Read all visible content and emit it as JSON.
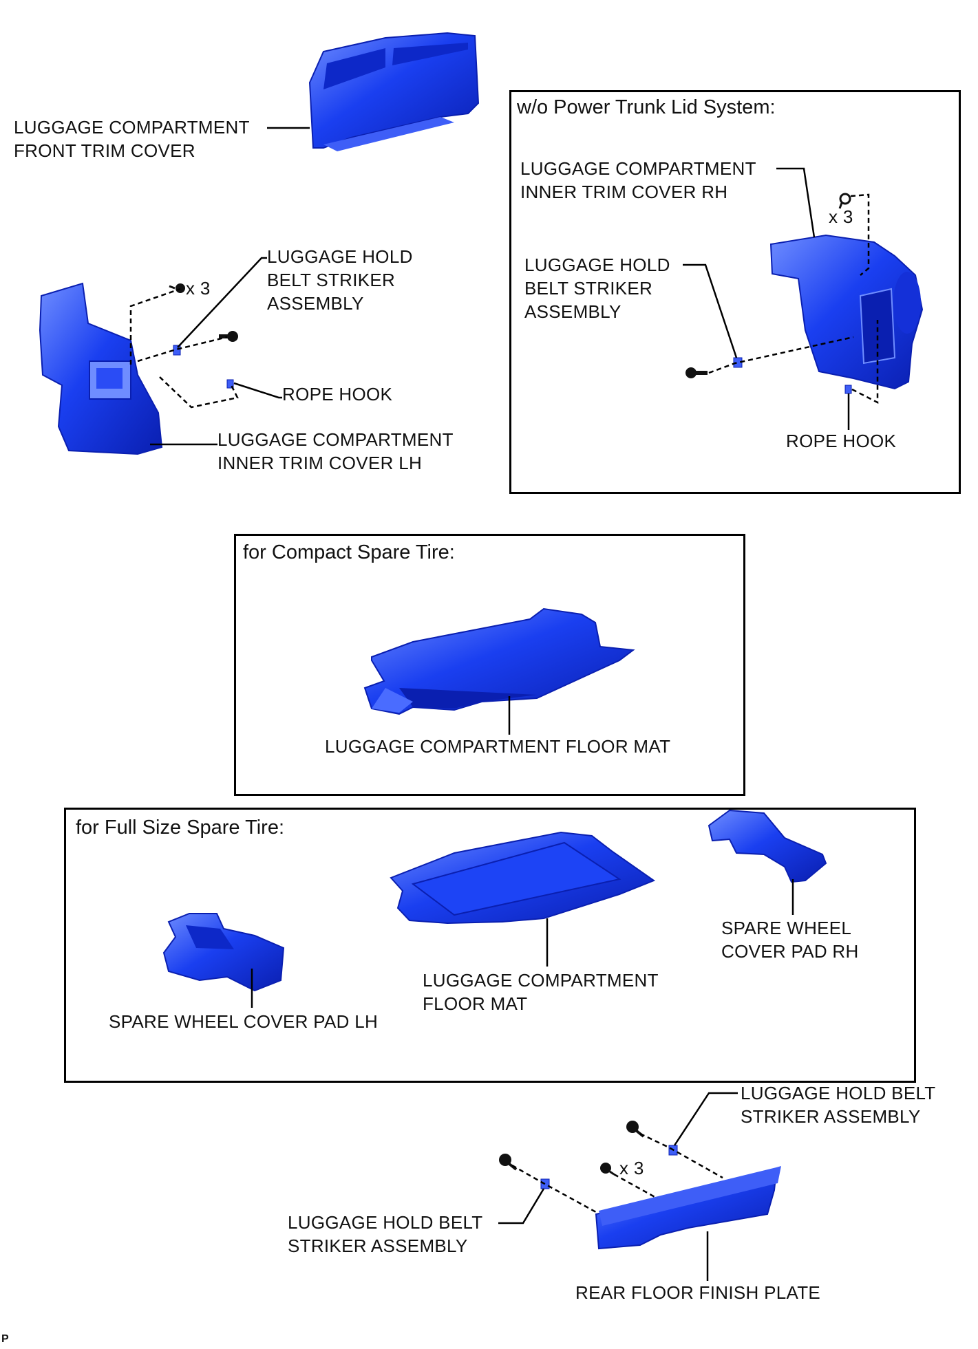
{
  "labels": {
    "front_trim": [
      "LUGGAGE COMPARTMENT",
      "FRONT TRIM COVER"
    ],
    "striker_lh_top": [
      "LUGGAGE HOLD",
      "BELT STRIKER",
      "ASSEMBLY"
    ],
    "qty_lh": "x 3",
    "rope_hook_lh": "ROPE HOOK",
    "inner_trim_lh": [
      "LUGGAGE COMPARTMENT",
      "INNER TRIM COVER LH"
    ],
    "inner_trim_rh": [
      "LUGGAGE COMPARTMENT",
      "INNER TRIM COVER RH"
    ],
    "qty_rh": "x 3",
    "striker_rh": [
      "LUGGAGE HOLD",
      "BELT STRIKER",
      "ASSEMBLY"
    ],
    "rope_hook_rh": "ROPE HOOK",
    "floor_mat_compact": "LUGGAGE COMPARTMENT FLOOR MAT",
    "spare_pad_rh": [
      "SPARE WHEEL",
      "COVER PAD RH"
    ],
    "floor_mat_full": [
      "LUGGAGE COMPARTMENT",
      "FLOOR MAT"
    ],
    "spare_pad_lh": "SPARE WHEEL COVER PAD LH",
    "striker_bottom_right": [
      "LUGGAGE HOLD BELT",
      "STRIKER ASSEMBLY"
    ],
    "qty_bottom": "x 3",
    "striker_bottom_left": [
      "LUGGAGE HOLD BELT",
      "STRIKER ASSEMBLY"
    ],
    "rear_floor_plate": "REAR FLOOR FINISH PLATE",
    "corner_mark": "P"
  },
  "boxes": {
    "power_trunk": "w/o Power Trunk Lid System:",
    "compact_spare": "for Compact Spare Tire:",
    "full_spare": "for Full Size Spare Tire:"
  },
  "colors": {
    "part_fill": "#1a3ff0",
    "part_light": "#5b7dff",
    "part_dark": "#0a1fb0"
  }
}
